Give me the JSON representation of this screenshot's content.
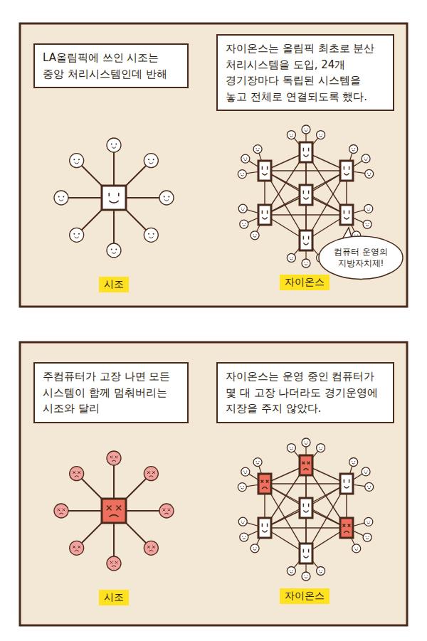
{
  "diagram": {
    "nodes": [
      {
        "text": [
          "LA올림픽에 쓰인 시조는 중앙 처리시스템인데 반해"
        ]
      },
      {
        "text": [
          "자이온스는 올림픽 최초로 분산 처리시스템을 도입, 24개 경기장마다 독립된 시스템을 놓고 전체로 연결되도록 했다."
        ]
      },
      {
        "text": [
          "시조"
        ]
      },
      {
        "text": [
          "컴퓨터 운영의 지방자치제!"
        ]
      },
      {
        "text": [
          "자이온스"
        ]
      },
      {
        "text": [
          "주컴퓨터가 고장 나면 모든 시스템이 함께 멈춰버리는 시조와 달리"
        ]
      },
      {
        "text": [
          "자이온스는 운영 중인 컴퓨터가 몇 대 고장 나더라도 경기운영에 지장을 주지 않았다."
        ]
      },
      {
        "text": [
          "시조"
        ]
      },
      {
        "text": [
          "자이온스"
        ]
      }
    ]
  }
}
